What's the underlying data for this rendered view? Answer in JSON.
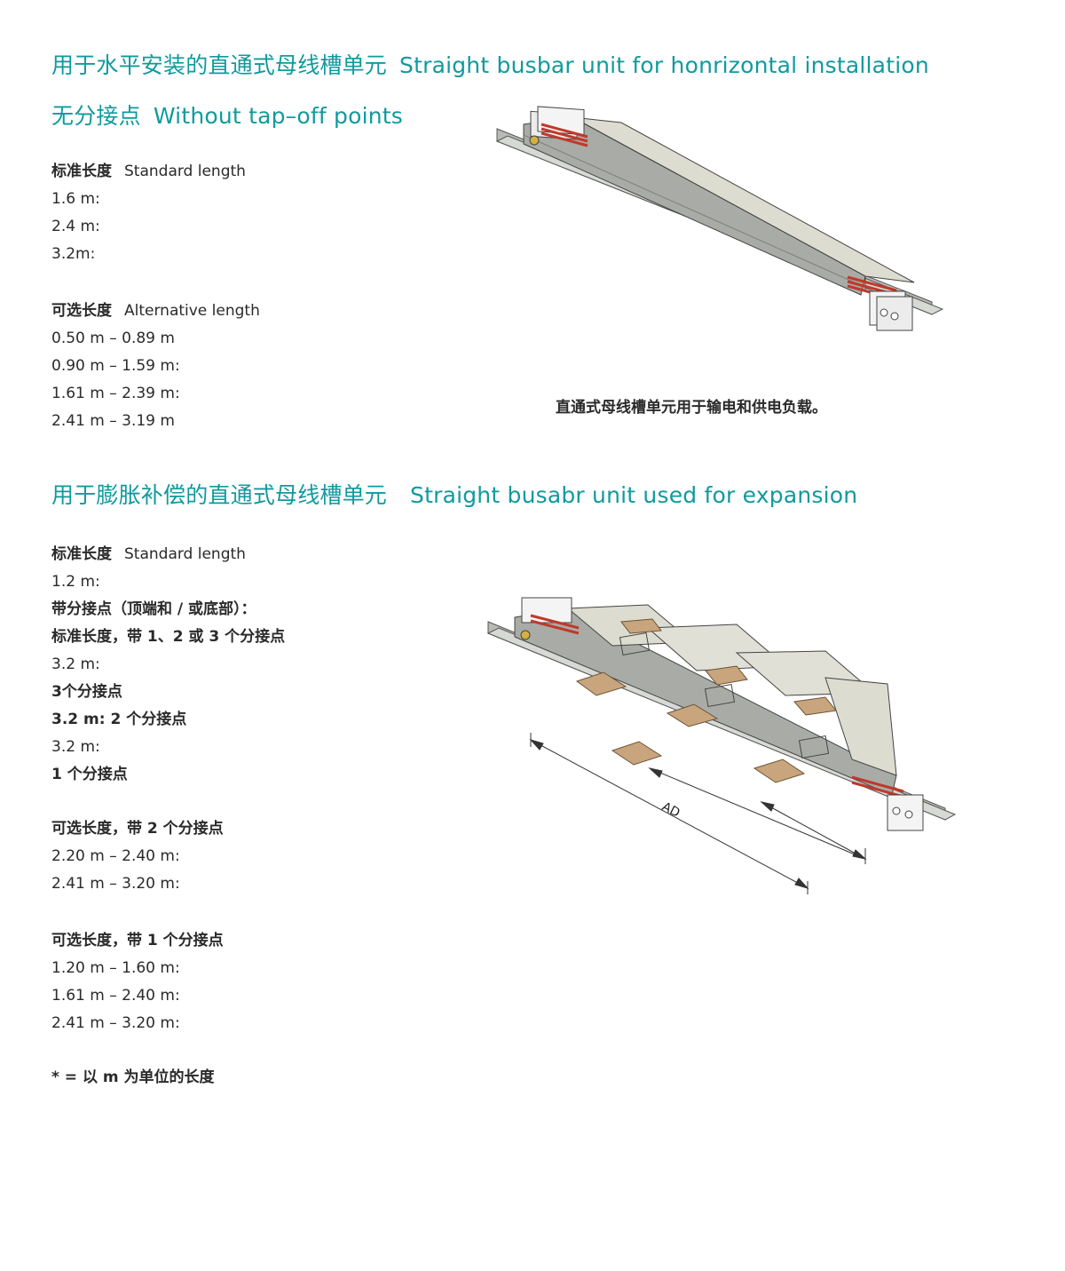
{
  "section1": {
    "title_zh": "用于水平安装的直通式母线槽单元",
    "title_en": "Straight busbar unit for honrizontal installation",
    "subtitle_zh": "无分接点",
    "subtitle_en": "Without tap–off points",
    "standard_label_zh": "标准长度",
    "standard_label_en": "Standard length",
    "standard_lengths": [
      "1.6 m:",
      "2.4 m:",
      "3.2m:"
    ],
    "alt_label_zh": "可选长度",
    "alt_label_en": "Alternative length",
    "alt_lengths": [
      "0.50 m – 0.89 m",
      "0.90 m – 1.59 m:",
      "1.61 m – 2.39 m:",
      "2.41 m – 3.19 m"
    ],
    "caption": "直通式母线槽单元用于输电和供电负载。"
  },
  "section2": {
    "title_zh": "用于膨胀补偿的直通式母线槽单元",
    "title_en": "Straight busabr unit used for expansion",
    "standard_label_zh": "标准长度",
    "standard_label_en": "Standard length",
    "lines": [
      "1.2 m:",
      "带分接点（顶端和 / 或底部）：",
      "标准长度，带 1、2 或 3 个分接点",
      "3.2 m:",
      "3个分接点",
      "3.2 m: 2 个分接点",
      "3.2 m:",
      "1 个分接点"
    ],
    "alt2_label": "可选长度，带 2 个分接点",
    "alt2_lengths": [
      "2.20 m – 2.40 m:",
      "2.41 m – 3.20 m:"
    ],
    "alt1_label": "可选长度，带 1 个分接点",
    "alt1_lengths": [
      "1.20 m – 1.60 m:",
      "1.61 m – 2.40 m:",
      "2.41 m – 3.20 m:"
    ],
    "footnote": "* = 以 m 为单位的长度",
    "dimension_label": "AD"
  },
  "colors": {
    "heading": "#109a9e",
    "housing": "#c9cbc6",
    "conductor": "#c0392b",
    "tap_off": "#c8a57c"
  },
  "icons": {
    "busbar_straight": "busbar-straight-illustration",
    "busbar_expansion": "busbar-expansion-illustration"
  }
}
